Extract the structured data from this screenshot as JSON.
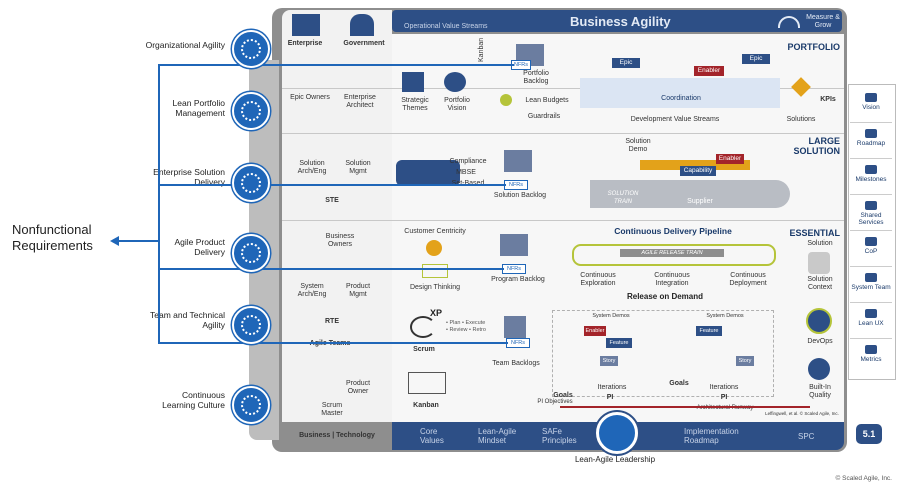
{
  "header": {
    "title": "Business Agility",
    "subtitle": "Operational Value Streams",
    "measure": "Measure & Grow"
  },
  "left_labels": [
    "Organizational Agility",
    "Lean Portfolio Management",
    "Enterprise Solution Delivery",
    "Agile Product Delivery",
    "Team and Technical Agility",
    "Continuous Learning Culture"
  ],
  "callout": "Nonfunctional Requirements",
  "levels": {
    "portfolio": "PORTFOLIO",
    "large": "LARGE SOLUTION",
    "essential": "ESSENTIAL"
  },
  "roles": {
    "enterprise": "Enterprise",
    "government": "Government",
    "epic_owners": "Epic Owners",
    "enterprise_architect": "Enterprise Architect",
    "solution_arch": "Solution Arch/Eng",
    "solution_mgmt": "Solution Mgmt",
    "ste": "STE",
    "business_owners": "Business Owners",
    "system_arch": "System Arch/Eng",
    "product_mgmt": "Product Mgmt",
    "rte": "RTE",
    "agile_teams": "Agile Teams",
    "product_owner": "Product Owner",
    "scrum_master": "Scrum Master",
    "business_technology": "Business | Technology"
  },
  "portfolio": {
    "strategic_themes": "Strategic Themes",
    "portfolio_vision": "Portfolio Vision",
    "portfolio_backlog": "Portfolio Backlog",
    "lean_budgets": "Lean Budgets",
    "guardrails": "Guardrails",
    "kanban": "Kanban",
    "epic": "Epic",
    "enabler": "Enabler",
    "coordination": "Coordination",
    "dvs": "Development Value Streams",
    "kpis": "KPIs",
    "solutions": "Solutions"
  },
  "large": {
    "compliance": "Compliance",
    "mbse": "MBSE",
    "set_based": "Set-Based",
    "solution_backlog": "Solution Backlog",
    "solution_demo": "Solution Demo",
    "capability": "Capability",
    "enabler": "Enabler",
    "supplier": "Supplier",
    "train": "SOLUTION TRAIN"
  },
  "essential": {
    "customer_centricity": "Customer Centricity",
    "design_thinking": "Design Thinking",
    "cdp": "Continuous Delivery Pipeline",
    "art": "AGILE RELEASE TRAIN",
    "exploration": "Continuous Exploration",
    "integration": "Continuous Integration",
    "deployment": "Continuous Deployment",
    "program_backlog": "Program Backlog",
    "release_on_demand": "Release on Demand",
    "solution": "Solution",
    "solution_context": "Solution Context",
    "devops": "DevOps",
    "built_in_quality": "Built-In Quality",
    "team_backlogs": "Team Backlogs",
    "xp": "XP",
    "scrum": "Scrum",
    "kanban": "Kanban",
    "plan_items": "• Plan • Execute • Review • Retro",
    "feature": "Feature",
    "story": "Story",
    "enabler": "Enabler",
    "iterations": "Iterations",
    "pi": "PI",
    "goals": "Goals",
    "pi_objectives": "PI Objectives",
    "system_demos": "System Demos",
    "architectural_runway": "Architectural Runway",
    "credit": "Leffingwell, et al. © Scaled Agile, Inc."
  },
  "nfr_tag": "NFRs",
  "bottom": {
    "core_values": "Core Values",
    "mindset": "Lean-Agile Mindset",
    "principles": "SAFe Principles",
    "roadmap": "Implementation Roadmap",
    "spc": "SPC",
    "leadership": "Lean-Agile Leadership"
  },
  "sidebar": [
    "Vision",
    "Roadmap",
    "Milestones",
    "Shared Services",
    "CoP",
    "System Team",
    "Lean UX",
    "Metrics"
  ],
  "version": "5.1",
  "copyright": "© Scaled Agile, Inc."
}
